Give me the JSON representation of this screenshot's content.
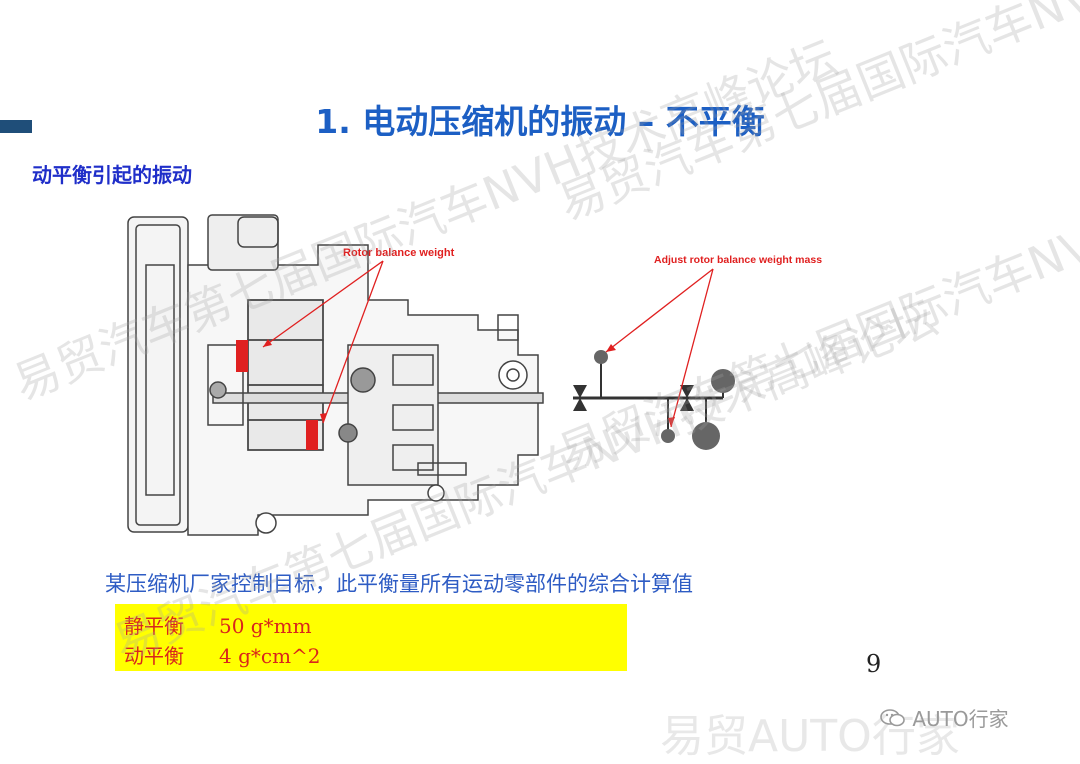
{
  "slide": {
    "title": "1. 电动压缩机的振动 – 不平衡",
    "section_title": "动平衡引起的振动",
    "page_number": "9"
  },
  "figure": {
    "label_rotor_weight": "Rotor balance weight",
    "label_adjust_mass": "Adjust rotor balance weight mass"
  },
  "caption": "某压缩机厂家控制目标，此平衡量所有运动零部件的综合计算值",
  "targets": [
    {
      "label": "静平衡",
      "value": "50 g*mm"
    },
    {
      "label": "动平衡",
      "value": "4 g*cm^2"
    }
  ],
  "watermarks": {
    "diagonal_a": "易贸汽车第七届国际汽车NVH技术高峰论坛",
    "diagonal_b": "易贸汽车第七届国际汽车NVH技术高峰论坛",
    "footer": "易贸AUTO行家",
    "wechat": "AUTO行家"
  },
  "colors": {
    "title": "#1c5fc4",
    "section": "#1f2ec9",
    "caption": "#2e5cc4",
    "highlight": "#ffff00",
    "target_text": "#d9261c",
    "annotation": "#e02020"
  }
}
